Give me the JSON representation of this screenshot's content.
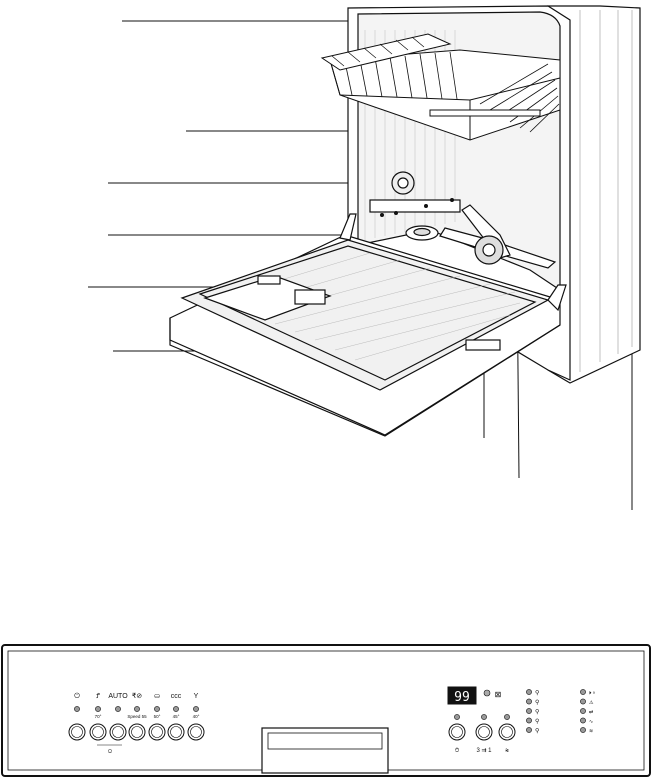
{
  "panel": {
    "program_symbols": [
      "⏻",
      "Ꝭ",
      "AUTO",
      "₹⊘",
      "⛀",
      "ccc",
      "Y"
    ],
    "program_sublabels": [
      "",
      "70°",
      "",
      "Speed 55",
      "50°",
      "45°",
      "40°"
    ],
    "button_group_label": "Ω",
    "display_value": "99",
    "display_icon": "⊠",
    "option_labels": [
      "⚲",
      "⚲",
      "⚲",
      "⚲",
      "⚲"
    ],
    "status_labels": [
      "⏵ ᵃ",
      "⚠",
      "⇄",
      "∿",
      "≋"
    ],
    "timer_buttons": [
      "⏱",
      "3 ⇉ 1",
      "⩬"
    ]
  }
}
